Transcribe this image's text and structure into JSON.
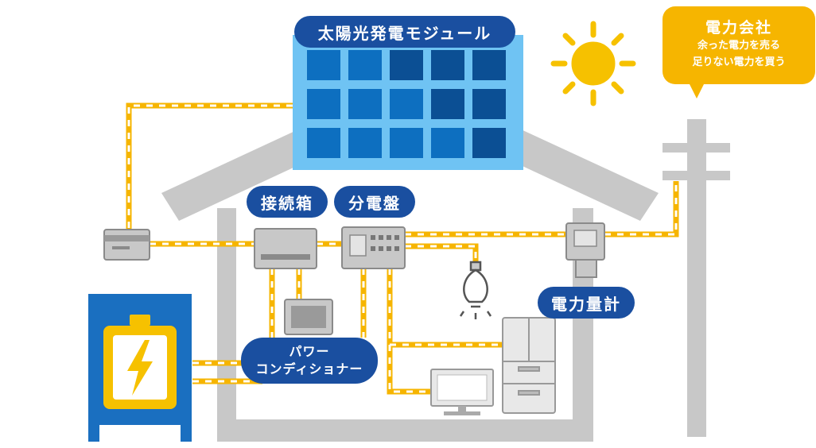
{
  "labels": {
    "solar_module": "太陽光発電モジュール",
    "junction_box": "接続箱",
    "distribution_board": "分電盤",
    "meter": "電力量計",
    "power_conditioner_line1": "パワー",
    "power_conditioner_line2": "コンディショナー"
  },
  "power_company": {
    "title": "電力会社",
    "line1": "余った電力を売る",
    "line2": "足りない電力を買う"
  },
  "colors": {
    "house": "#c8c8c8",
    "wire": "#f6b500",
    "label_bg": "#1a4fa0",
    "solar_frame": "#6fc3f3",
    "solar_cell": "#0d6fc0",
    "sun": "#f6c100",
    "battery_cabinet": "#1a6fc0"
  },
  "icons": [
    "sun-icon",
    "lightning-icon",
    "light-bulb-icon",
    "refrigerator-icon",
    "monitor-icon",
    "utility-pole-icon"
  ]
}
